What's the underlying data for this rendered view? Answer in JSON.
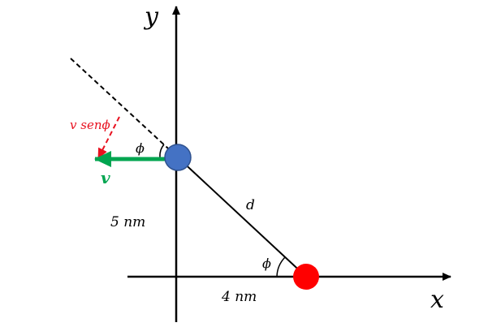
{
  "diagram": {
    "axes": {
      "x_label": "x",
      "y_label": "y"
    },
    "labels": {
      "velocity": "v",
      "velocity_component": "v senϕ",
      "distance": "d",
      "angle_top": "ϕ",
      "angle_bottom": "ϕ",
      "vertical_distance": "5 nm",
      "horizontal_distance": "4 nm"
    },
    "colors": {
      "axes": "#000000",
      "blue_particle": "#4472c4",
      "red_particle": "#ff0000",
      "velocity_arrow": "#00a550",
      "component_arrow": "#e8111f",
      "particle_outline": "#2f528f"
    }
  }
}
